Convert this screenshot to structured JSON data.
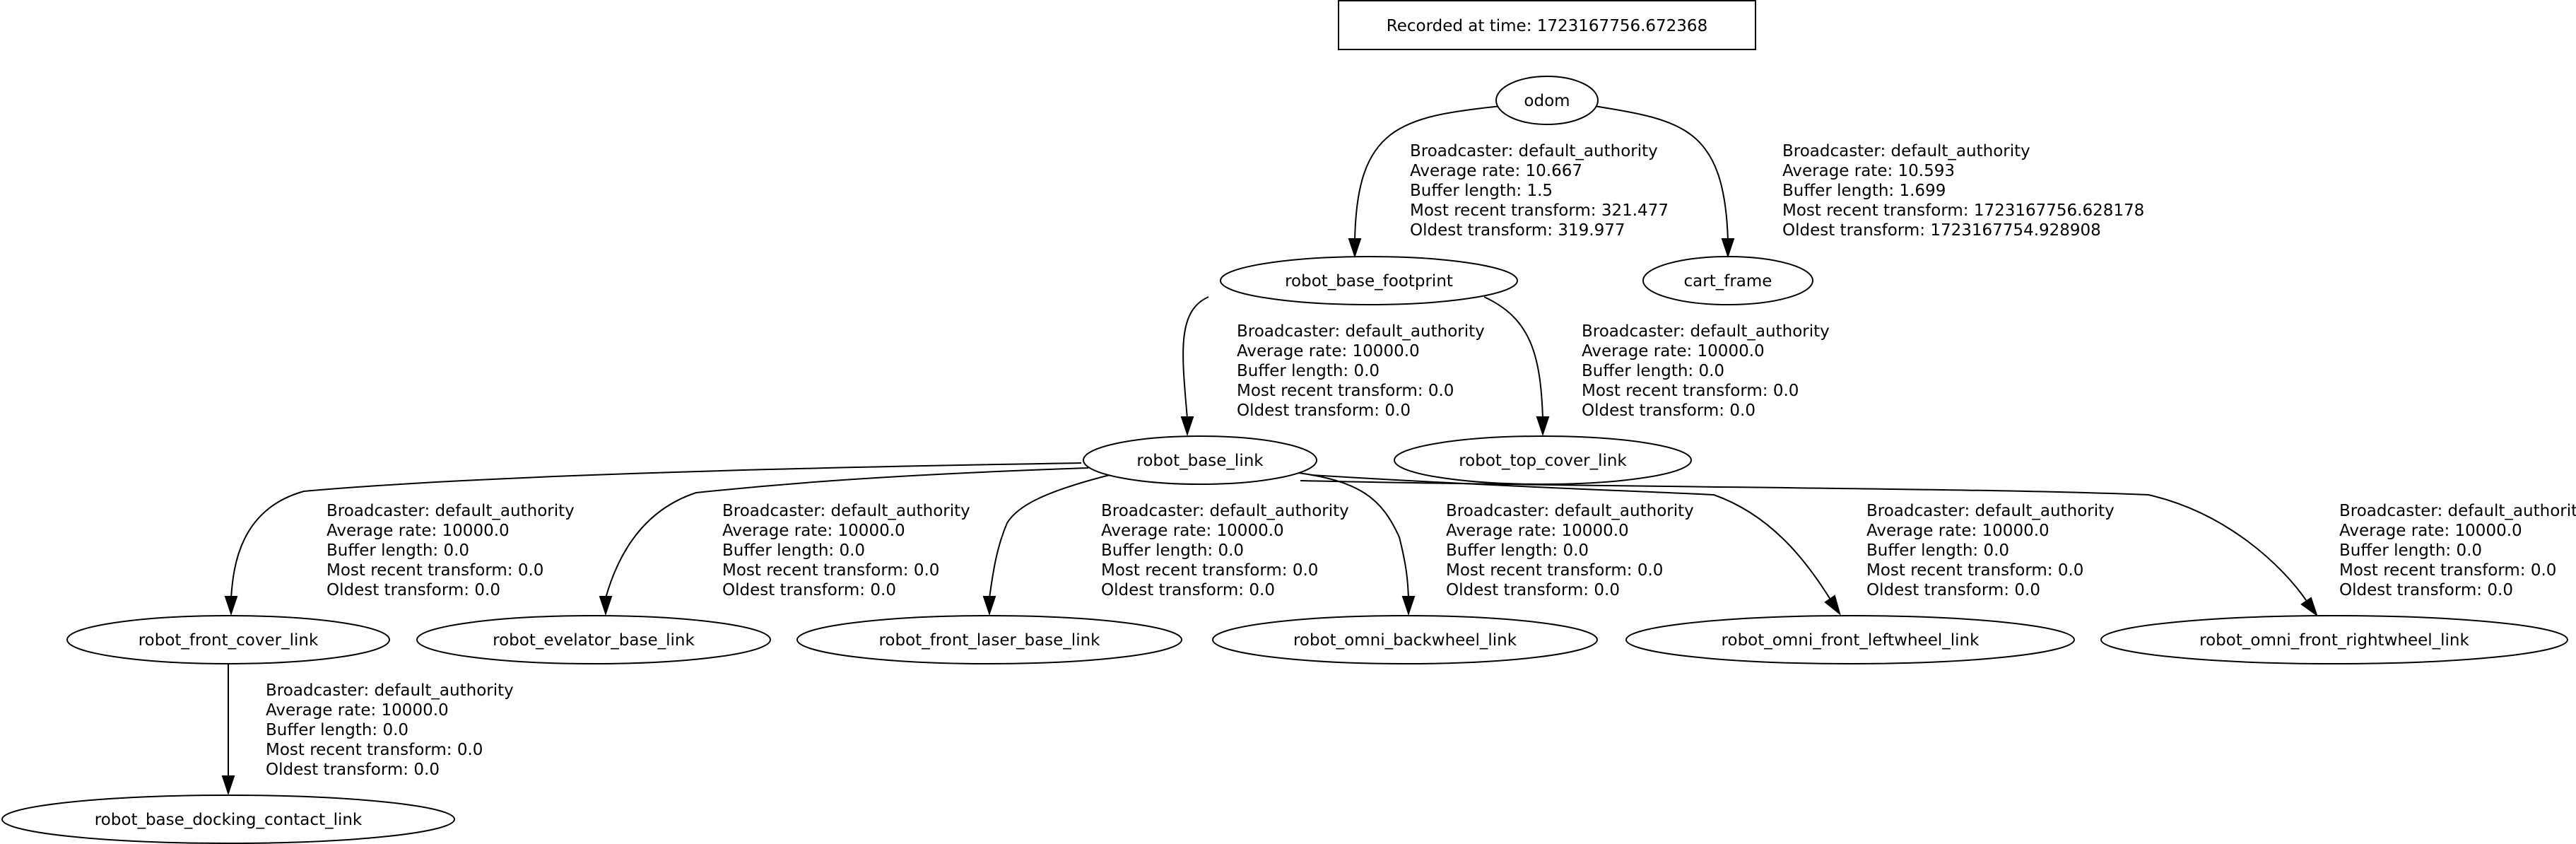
{
  "header": {
    "recorded_text": "Recorded at time: 1723167756.672368"
  },
  "colors": {
    "background": "#ffffff",
    "ink": "#000000"
  },
  "nodes": {
    "odom": "odom",
    "robot_base_footprint": "robot_base_footprint",
    "cart_frame": "cart_frame",
    "robot_base_link": "robot_base_link",
    "robot_top_cover_link": "robot_top_cover_link",
    "robot_front_cover_link": "robot_front_cover_link",
    "robot_evelator_base_link": "robot_evelator_base_link",
    "robot_front_laser_base_link": "robot_front_laser_base_link",
    "robot_omni_backwheel_link": "robot_omni_backwheel_link",
    "robot_omni_front_leftwheel_link": "robot_omni_front_leftwheel_link",
    "robot_omni_front_rightwheel_link": "robot_omni_front_rightwheel_link",
    "robot_base_docking_contact_link": "robot_base_docking_contact_link"
  },
  "edges": {
    "odom_to_footprint": {
      "from": "odom",
      "to": "robot_base_footprint",
      "broadcaster": "Broadcaster: default_authority",
      "average_rate": "Average rate: 10.667",
      "buffer_length": "Buffer length: 1.5",
      "most_recent": "Most recent transform: 321.477",
      "oldest": "Oldest transform: 319.977"
    },
    "odom_to_cart": {
      "from": "odom",
      "to": "cart_frame",
      "broadcaster": "Broadcaster: default_authority",
      "average_rate": "Average rate: 10.593",
      "buffer_length": "Buffer length: 1.699",
      "most_recent": "Most recent transform: 1723167756.628178",
      "oldest": "Oldest transform: 1723167754.928908"
    },
    "footprint_to_base": {
      "from": "robot_base_footprint",
      "to": "robot_base_link",
      "broadcaster": "Broadcaster: default_authority",
      "average_rate": "Average rate: 10000.0",
      "buffer_length": "Buffer length: 0.0",
      "most_recent": "Most recent transform: 0.0",
      "oldest": "Oldest transform: 0.0"
    },
    "footprint_to_top_cover": {
      "from": "robot_base_footprint",
      "to": "robot_top_cover_link",
      "broadcaster": "Broadcaster: default_authority",
      "average_rate": "Average rate: 10000.0",
      "buffer_length": "Buffer length: 0.0",
      "most_recent": "Most recent transform: 0.0",
      "oldest": "Oldest transform: 0.0"
    },
    "base_to_front_cover": {
      "from": "robot_base_link",
      "to": "robot_front_cover_link",
      "broadcaster": "Broadcaster: default_authority",
      "average_rate": "Average rate: 10000.0",
      "buffer_length": "Buffer length: 0.0",
      "most_recent": "Most recent transform: 0.0",
      "oldest": "Oldest transform: 0.0"
    },
    "base_to_evelator": {
      "from": "robot_base_link",
      "to": "robot_evelator_base_link",
      "broadcaster": "Broadcaster: default_authority",
      "average_rate": "Average rate: 10000.0",
      "buffer_length": "Buffer length: 0.0",
      "most_recent": "Most recent transform: 0.0",
      "oldest": "Oldest transform: 0.0"
    },
    "base_to_front_laser": {
      "from": "robot_base_link",
      "to": "robot_front_laser_base_link",
      "broadcaster": "Broadcaster: default_authority",
      "average_rate": "Average rate: 10000.0",
      "buffer_length": "Buffer length: 0.0",
      "most_recent": "Most recent transform: 0.0",
      "oldest": "Oldest transform: 0.0"
    },
    "base_to_backwheel": {
      "from": "robot_base_link",
      "to": "robot_omni_backwheel_link",
      "broadcaster": "Broadcaster: default_authority",
      "average_rate": "Average rate: 10000.0",
      "buffer_length": "Buffer length: 0.0",
      "most_recent": "Most recent transform: 0.0",
      "oldest": "Oldest transform: 0.0"
    },
    "base_to_leftwheel": {
      "from": "robot_base_link",
      "to": "robot_omni_front_leftwheel_link",
      "broadcaster": "Broadcaster: default_authority",
      "average_rate": "Average rate: 10000.0",
      "buffer_length": "Buffer length: 0.0",
      "most_recent": "Most recent transform: 0.0",
      "oldest": "Oldest transform: 0.0"
    },
    "base_to_rightwheel": {
      "from": "robot_base_link",
      "to": "robot_omni_front_rightwheel_link",
      "broadcaster": "Broadcaster: default_authority",
      "average_rate": "Average rate: 10000.0",
      "buffer_length": "Buffer length: 0.0",
      "most_recent": "Most recent transform: 0.0",
      "oldest": "Oldest transform: 0.0"
    },
    "front_cover_to_docking": {
      "from": "robot_front_cover_link",
      "to": "robot_base_docking_contact_link",
      "broadcaster": "Broadcaster: default_authority",
      "average_rate": "Average rate: 10000.0",
      "buffer_length": "Buffer length: 0.0",
      "most_recent": "Most recent transform: 0.0",
      "oldest": "Oldest transform: 0.0"
    }
  }
}
